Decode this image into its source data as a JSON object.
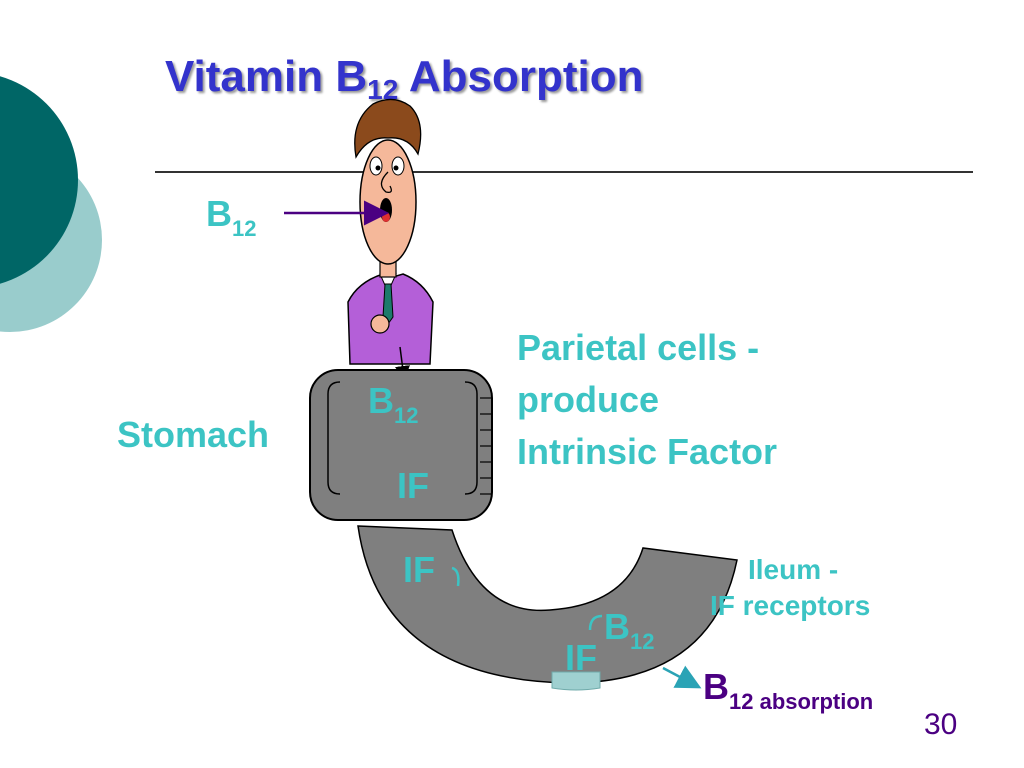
{
  "slide": {
    "title_main": "Vitamin B",
    "title_sub": "12",
    "title_tail": " Absorption",
    "page_number": "30"
  },
  "labels": {
    "b12_in_letter": "B",
    "b12_in_sub": "12",
    "stomach": "Stomach",
    "stomach_b_letter": "B",
    "stomach_b_sub": "12",
    "stomach_if": "IF",
    "parietal_line1": "Parietal cells -",
    "parietal_line2": "produce",
    "parietal_line3": "Intrinsic Factor",
    "ileum_if": "IF",
    "ileum_line1": "Ileum -",
    "ileum_line2": "IF receptors",
    "complex_b_letter": "B",
    "complex_b_sub": "12",
    "complex_if": "IF",
    "absorption_letter": "B",
    "absorption_sub": "12 absorption"
  },
  "colors": {
    "title": "#3333cc",
    "label_teal": "#3cc4c4",
    "organ_gray": "#7f7f7f",
    "arrow_purple": "#4b0082",
    "absorption_purple": "#4b0082",
    "circle_dark": "#006666",
    "circle_light": "#99cccc"
  }
}
